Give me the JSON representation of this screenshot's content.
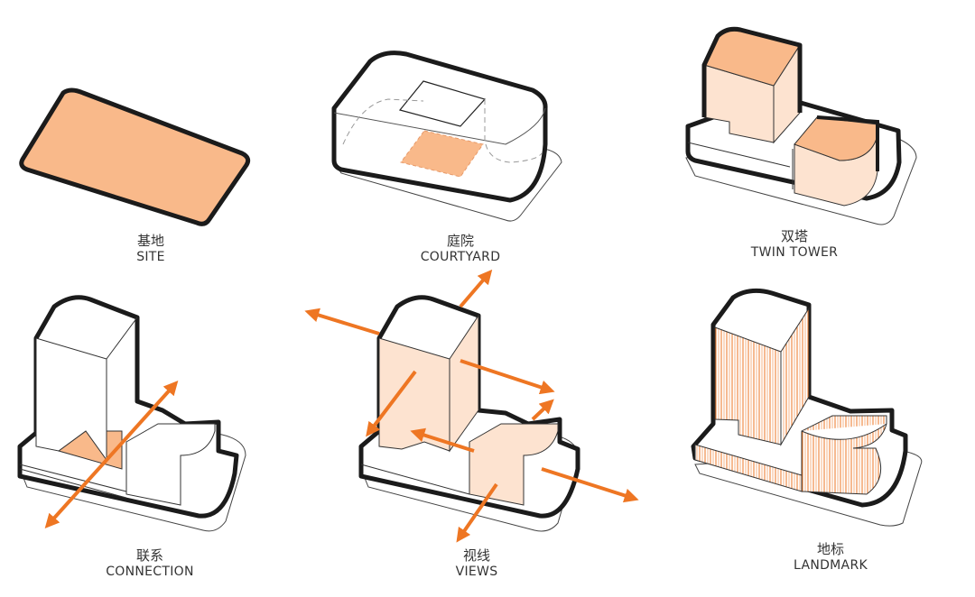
{
  "colors": {
    "site_fill": "#f9b98a",
    "light_fill": "#fde3d0",
    "arrow": "#ee7623",
    "outline": "#1b1b1b"
  },
  "panels": [
    {
      "zh": "基地",
      "en": "SITE"
    },
    {
      "zh": "庭院",
      "en": "COURTYARD"
    },
    {
      "zh": "双塔",
      "en": "TWIN TOWER"
    },
    {
      "zh": "联系",
      "en": "CONNECTION"
    },
    {
      "zh": "视线",
      "en": "VIEWS"
    },
    {
      "zh": "地标",
      "en": "LANDMARK"
    }
  ]
}
